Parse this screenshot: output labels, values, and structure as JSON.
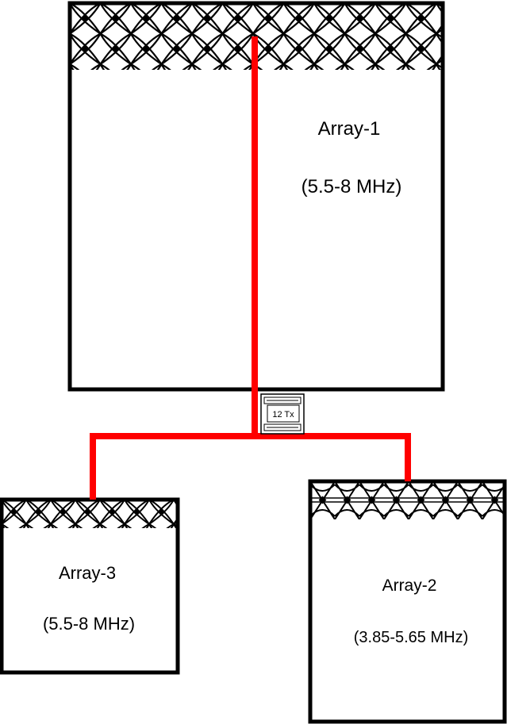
{
  "arrays": [
    {
      "name": "Array-1",
      "band": "(5.5-8 MHz)"
    },
    {
      "name": "Array-2",
      "band": "(3.85-5.65 MHz)"
    },
    {
      "name": "Array-3",
      "band": "(5.5-8 MHz)"
    }
  ],
  "transmitter": {
    "label": "12 Tx"
  },
  "colors": {
    "feed_line": "#ff0000",
    "outline": "#000000"
  }
}
